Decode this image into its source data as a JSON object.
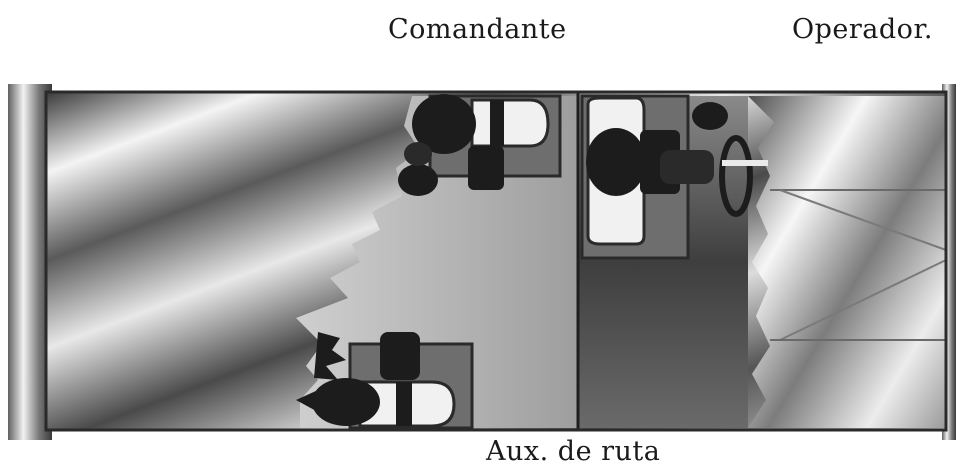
{
  "labels": {
    "commander": "Comandante",
    "operator": "Operador.",
    "route_aux": "Aux. de ruta"
  },
  "colors": {
    "frame": "#2a2a2a",
    "floor_light": "#b9b9b9",
    "seat": "#6e6e6e",
    "person": "#1c1c1c",
    "cushion": "#f1f1f1"
  }
}
